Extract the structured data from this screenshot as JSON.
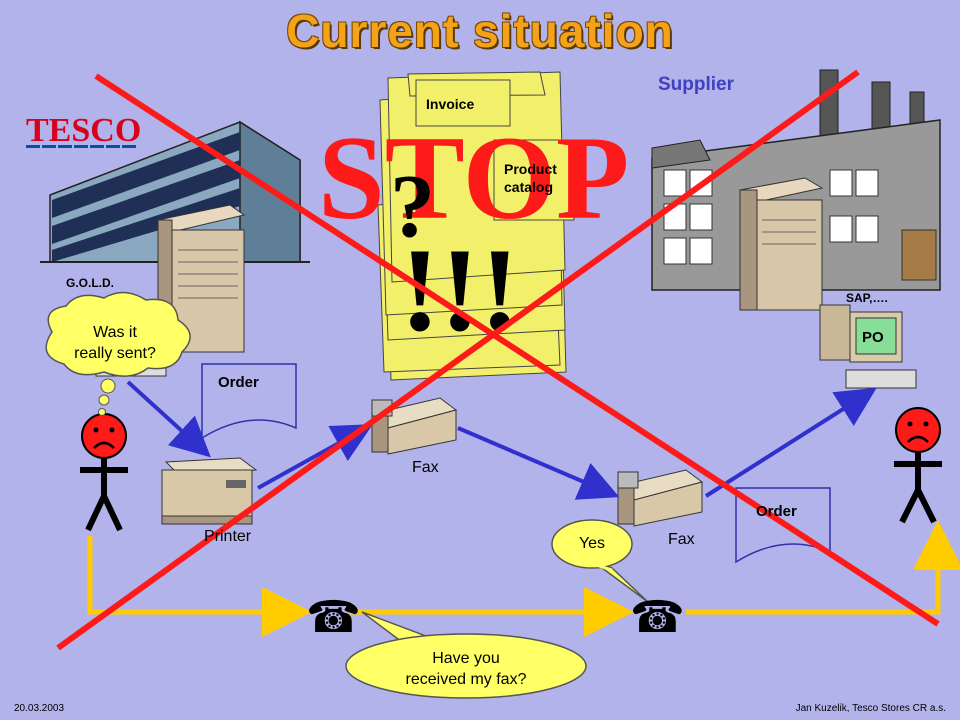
{
  "title": "Current situation",
  "tesco_logo": "TESCO",
  "supplier_label": "Supplier",
  "gold_label": "G.O.L.D.",
  "sap_label": "SAP,….",
  "po_label": "PO",
  "order_left": "Order",
  "order_right": "Order",
  "invoice_label": "Invoice",
  "product_catalog_line1": "Product",
  "product_catalog_line2": "catalog",
  "stop_text": "STOP",
  "question_text": "?",
  "exclaim_text": "!!!",
  "printer_label": "Printer",
  "fax_left_label": "Fax",
  "fax_right_label": "Fax",
  "bubble_sent_line1": "Was it",
  "bubble_sent_line2": "really sent?",
  "bubble_yes": "Yes",
  "bubble_received_line1": "Have you",
  "bubble_received_line2": "received my fax?",
  "phone_glyph": "☎",
  "footer_date": "20.03.2003",
  "footer_author": "Jan Kuzelik, Tesco Stores CR a.s.",
  "colors": {
    "background": "#b3b3ec",
    "title": "#f4a21a",
    "cross": "#ff1a1a",
    "blue_arrow": "#3030cc",
    "yellow_line": "#ffcc00",
    "paper": "#ffff66",
    "bubble": "#ffff66",
    "supplier": "#4040c0"
  }
}
